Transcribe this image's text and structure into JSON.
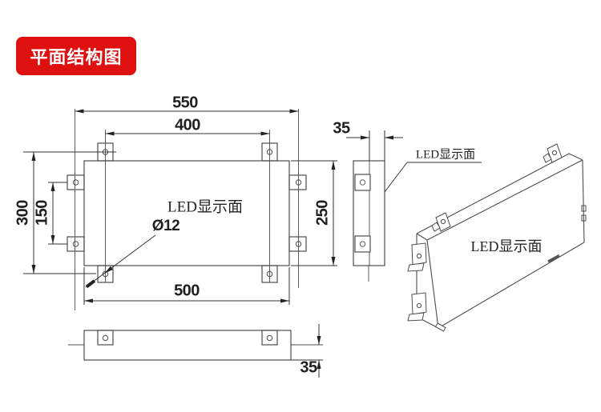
{
  "banner": {
    "label": "平面结构图"
  },
  "front_view": {
    "led_label": "LED显示面",
    "hole_diameter": "Ø12",
    "dim_top_outer": "550",
    "dim_top_inner": "400",
    "dim_left_outer": "300",
    "dim_left_inner": "150",
    "dim_right": "250",
    "dim_bottom": "500"
  },
  "side_view": {
    "dim_thickness": "35",
    "leader_label": "LED显示面"
  },
  "bottom_view": {
    "dim_thickness": "35"
  },
  "perspective_view": {
    "led_label": "LED显示面"
  },
  "colors": {
    "banner_bg": "#de1010",
    "banner_text": "#ffffff",
    "line": "#4d4d4d",
    "dimension_text": "#1f1f1f"
  }
}
